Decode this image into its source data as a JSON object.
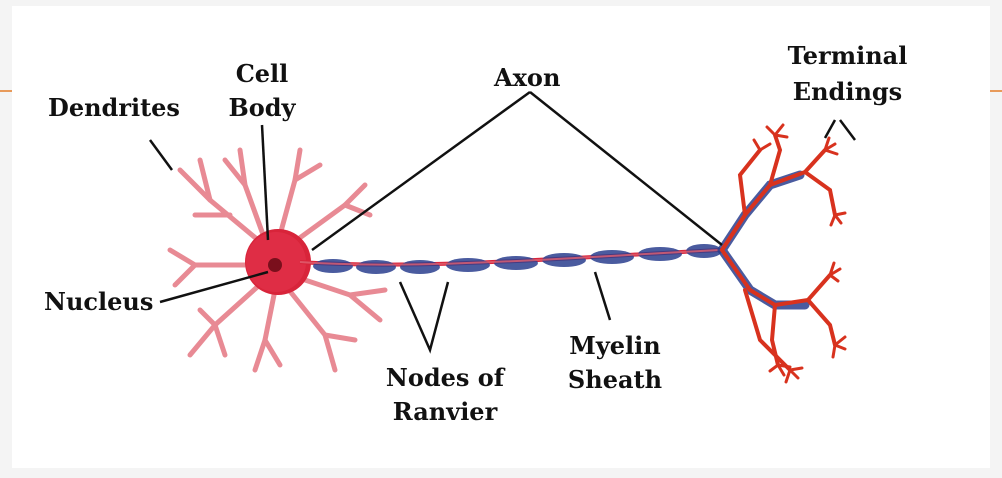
{
  "labels": {
    "dendrites": "Dendrites",
    "cell_body_line1": "Cell",
    "cell_body_line2": "Body",
    "axon": "Axon",
    "terminal_line1": "Terminal",
    "terminal_line2": "Endings",
    "nucleus": "Nucleus",
    "nodes_line1": "Nodes of",
    "nodes_line2": "Ranvier",
    "myelin_line1": "Myelin",
    "myelin_line2": "Sheath"
  },
  "colors": {
    "cell": "#d8243a",
    "dendrite_light": "#e88a94",
    "myelin": "#2b3f8f",
    "axon_core": "#d8243a",
    "terminal": "#d8321e",
    "leader": "#111111",
    "accent_rule": "#e89a5a"
  }
}
